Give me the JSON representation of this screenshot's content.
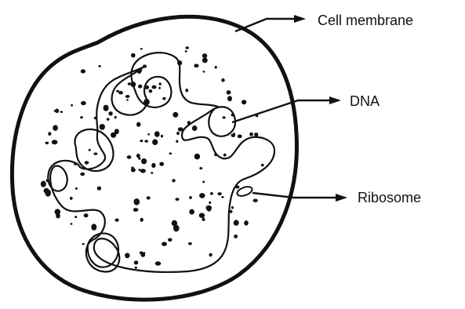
{
  "labels": {
    "cell_membrane": "Cell membrane",
    "dna": "DNA",
    "ribosome": "Ribosome"
  },
  "colors": {
    "ink": "#111111",
    "background": "#ffffff"
  }
}
